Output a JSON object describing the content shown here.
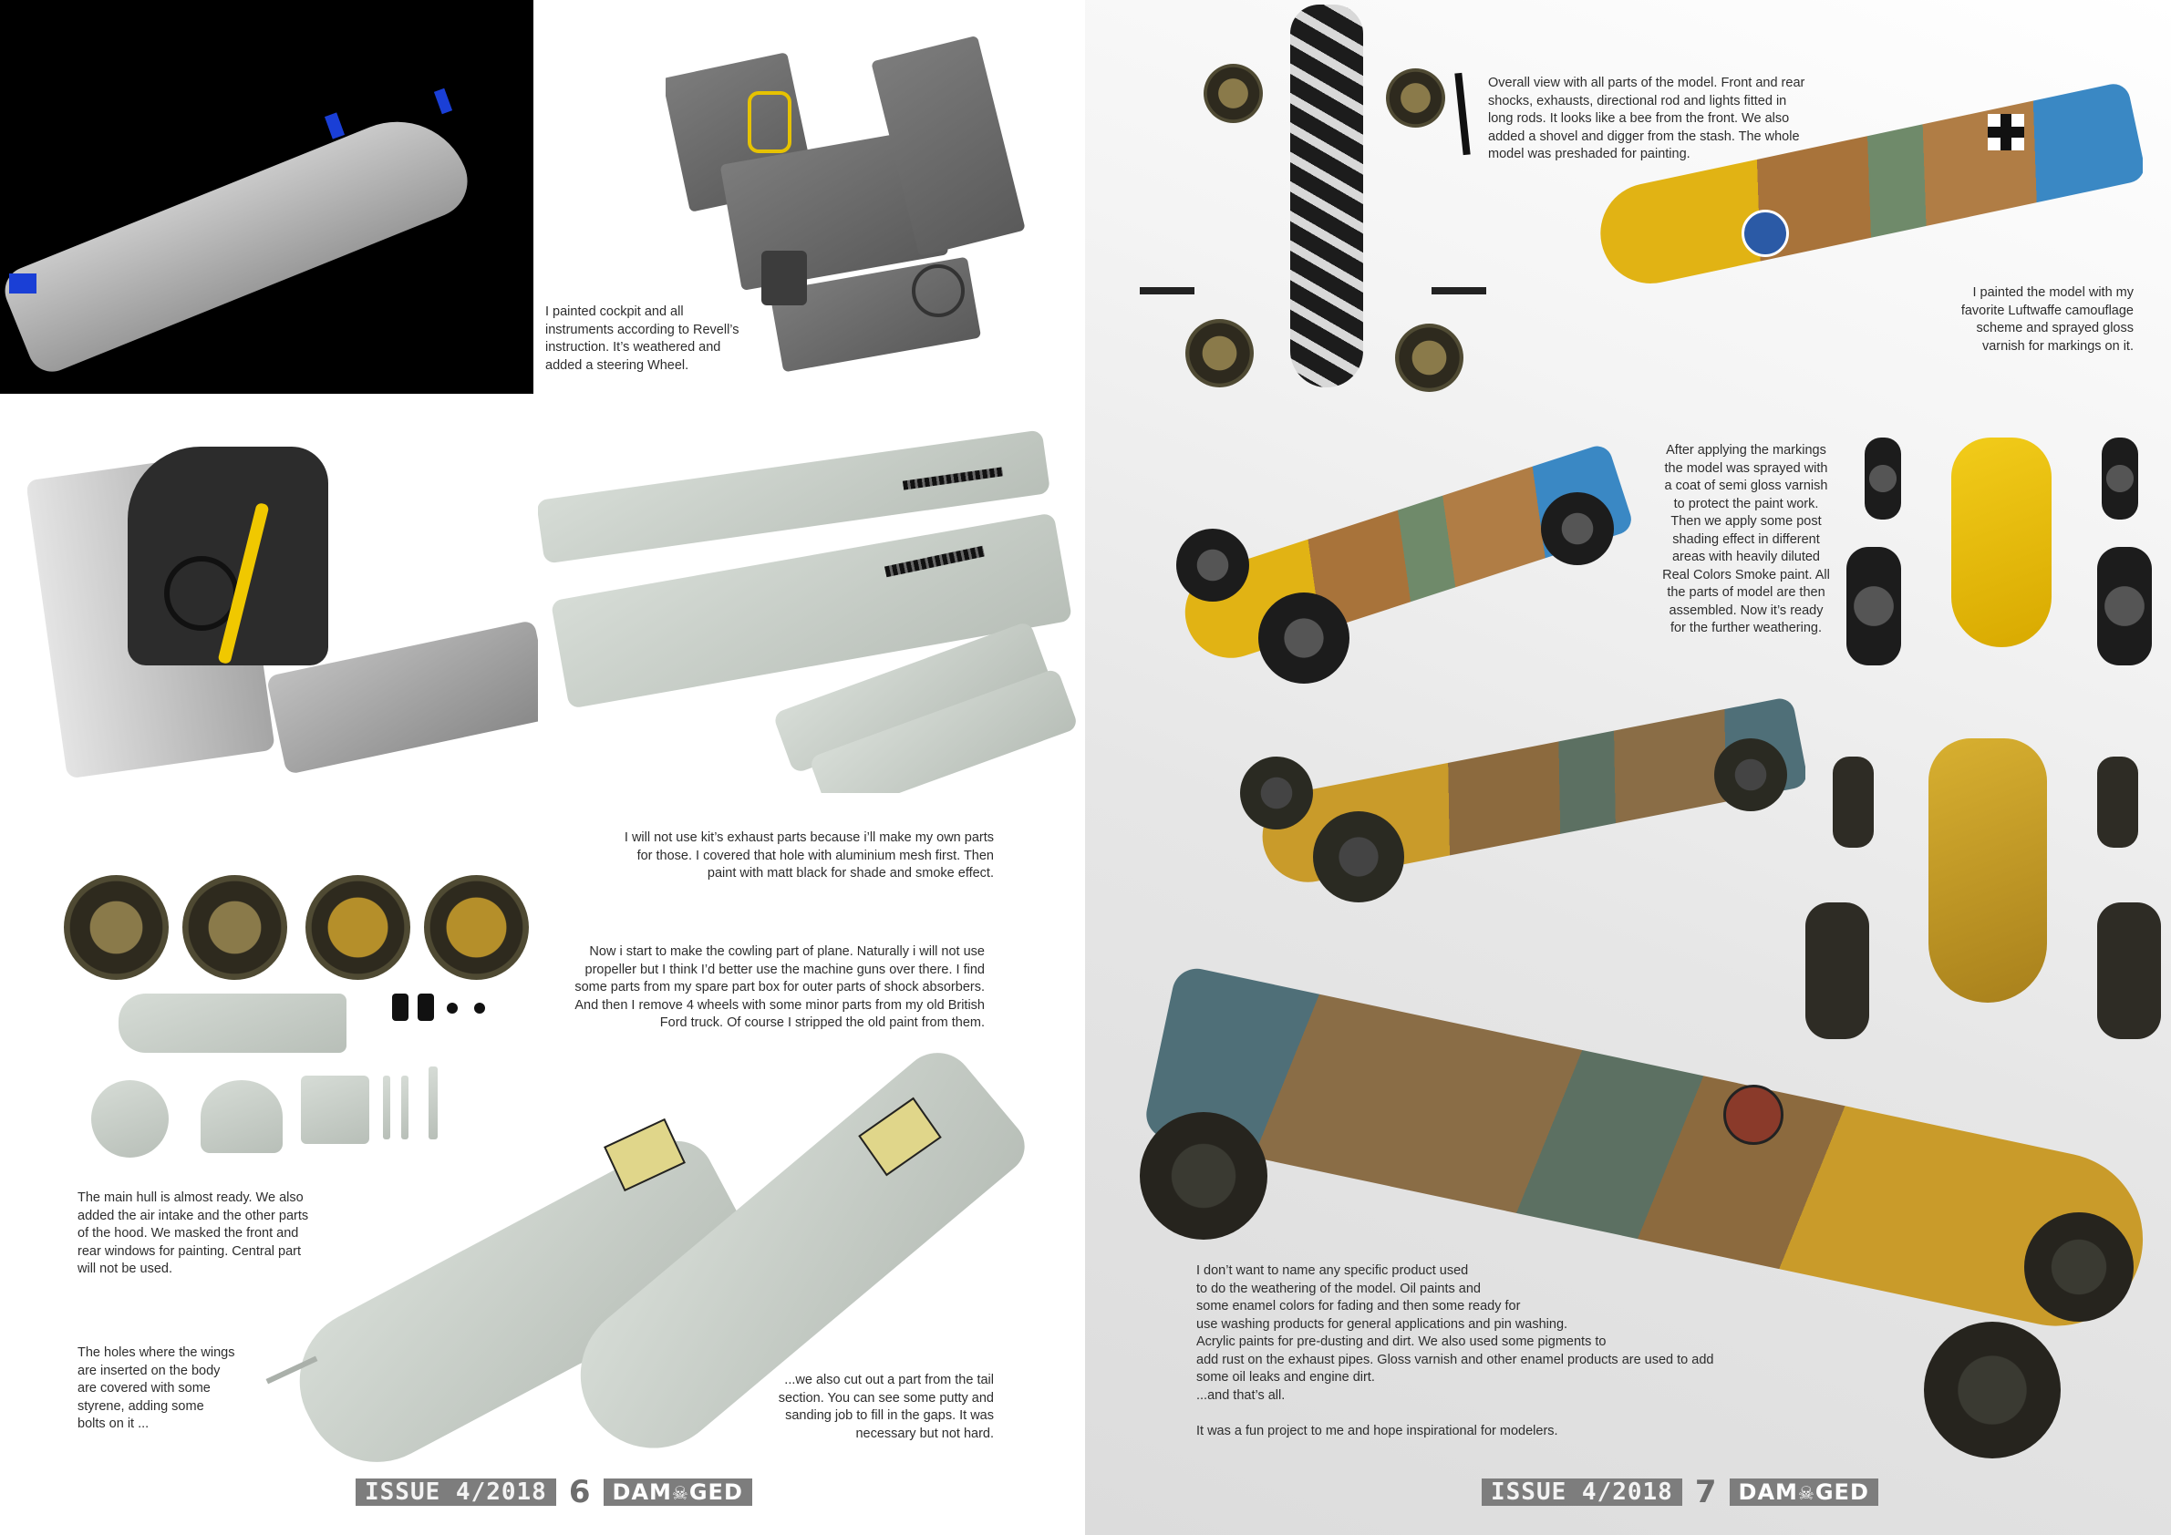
{
  "spread": {
    "left_page": {
      "captions": {
        "cockpit": "I painted cockpit and all\ninstruments according to Revell’s\ninstruction. It’s weathered and\nadded a steering Wheel.",
        "exhaust": "I will not use kit’s exhaust parts because i’ll make my own parts\nfor those. I covered that hole with aluminium mesh first. Then\npaint with matt black for shade and smoke effect.",
        "cowling": "Now i start to make the cowling part of plane. Naturally i will not use\npropeller but I think I’d better use the machine guns over there. I find\nsome parts from my spare part box for outer parts of shock absorbers.\nAnd then I remove 4 wheels with some minor parts from my old British\nFord truck. Of course I stripped the old paint from them.",
        "hull": "The main hull is almost ready. We also\nadded the air intake and the other parts\nof the hood. We masked the front and\nrear windows for painting. Central part\nwill not be used.",
        "wings": "The holes where the wings\nare inserted on the body\nare covered with some\nstyrene, adding some\nbolts on it ...",
        "tail": "...we also cut out a part from the tail\nsection. You can see some putty and\nsanding job to fill in the gaps. It was\nnecessary but not hard."
      },
      "footer": {
        "issue": "ISSUE 4/2018",
        "page_number": "6",
        "brand_prefix": "DAM",
        "brand_suffix": "GED",
        "skull_glyph": "☠"
      }
    },
    "right_page": {
      "captions": {
        "overall": "Overall view with all parts of the model. Front and rear\nshocks, exhausts, directional rod and lights fitted in\nlong rods. It looks like a  bee from the  front. We also\nadded a shovel and digger from the stash. The whole\nmodel was preshaded for painting.",
        "painted": "I painted the model with my\nfavorite Luftwaffe camouflage\nscheme and sprayed gloss\nvarnish for markings on it.",
        "markings": "After applying the markings\nthe model was sprayed with\na coat of semi gloss varnish\nto protect the paint work.\nThen we apply some post\nshading effect in different\nareas with heavily diluted\nReal Colors Smoke paint. All\nthe parts of model are then\nassembled. Now it’s ready\nfor the further weathering.",
        "weathering": "I don’t want to name any specific product used\nto do the weathering of the model. Oil paints and\nsome enamel colors for fading and then some ready for\nuse washing products for general applications and pin washing.\nAcrylic paints for pre-dusting and dirt. We also used some pigments to\nadd rust on the exhaust pipes. Gloss varnish and other enamel products are used to add\nsome oil leaks and engine dirt.\n...and that’s all.\n\nIt was a fun project to me and hope inspirational for modelers."
      },
      "footer": {
        "issue": "ISSUE 4/2018",
        "page_number": "7",
        "brand_prefix": "DAM",
        "brand_suffix": "GED",
        "skull_glyph": "☠"
      }
    },
    "colors": {
      "tape_blue": "#1a3fd6",
      "rlm_yellow": "#e6b810",
      "footer_gray": "#7d7d7d",
      "photo_black": "#000000"
    }
  }
}
